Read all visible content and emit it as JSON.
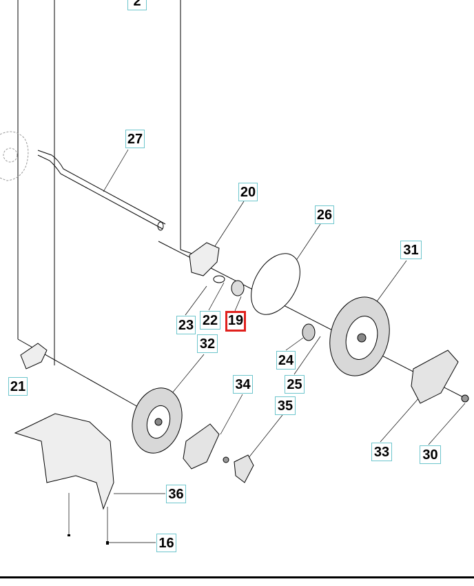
{
  "diagram": {
    "highlight_color": "#e0201c",
    "label_border_color": "#6cc5cc",
    "highlighted_part": "19",
    "labels": [
      {
        "id": "2"
      },
      {
        "id": "27"
      },
      {
        "id": "20"
      },
      {
        "id": "26"
      },
      {
        "id": "31"
      },
      {
        "id": "23"
      },
      {
        "id": "22"
      },
      {
        "id": "19"
      },
      {
        "id": "32"
      },
      {
        "id": "24"
      },
      {
        "id": "25"
      },
      {
        "id": "21"
      },
      {
        "id": "34"
      },
      {
        "id": "35"
      },
      {
        "id": "33"
      },
      {
        "id": "30"
      },
      {
        "id": "36"
      },
      {
        "id": "16"
      }
    ]
  }
}
